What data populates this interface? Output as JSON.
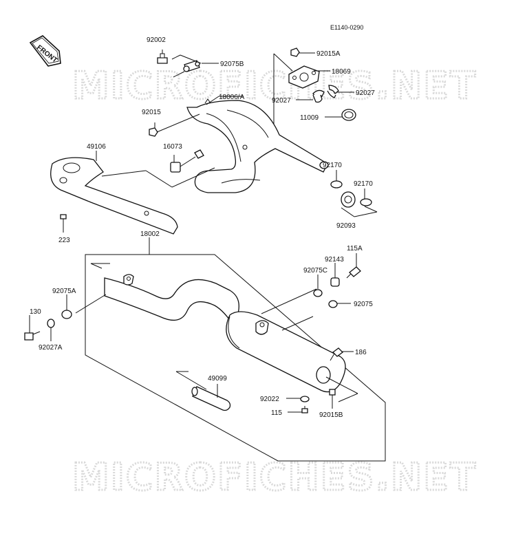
{
  "diagram_code": "E1140-0290",
  "front_label": "FRONT",
  "watermarks": [
    "MICROFICHES.NET",
    "MICROFICHES.NET"
  ],
  "labels": {
    "p92002": "92002",
    "p92075B": "92075B",
    "p92015A": "92015A",
    "p18069": "18069",
    "p92027r": "92027",
    "p92027l": "92027",
    "p18006A": "18006/A",
    "p92015": "92015",
    "p11009": "11009",
    "p49106": "49106",
    "p16073": "16073",
    "p92170a": "92170",
    "p92170b": "92170",
    "p92093": "92093",
    "p223": "223",
    "p18002": "18002",
    "p115A": "115A",
    "p92143": "92143",
    "p92075C": "92075C",
    "p92075A": "92075A",
    "p92075": "92075",
    "p130": "130",
    "p92027A": "92027A",
    "p186": "186",
    "p49099": "49099",
    "p92022": "92022",
    "p115": "115",
    "p92015B": "92015B"
  }
}
